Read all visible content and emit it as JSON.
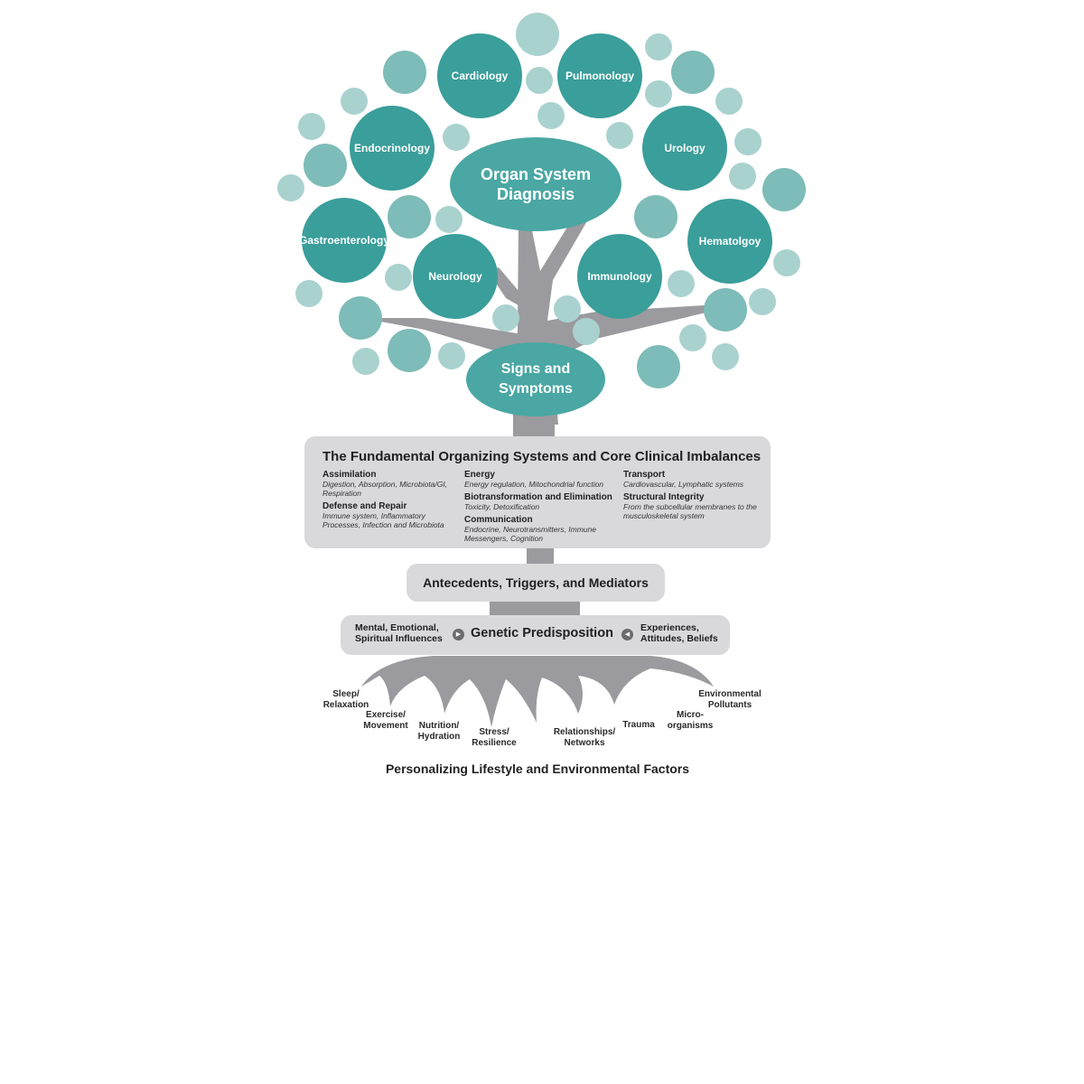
{
  "diagram": {
    "colors": {
      "node": "#3a9e9a",
      "node_light": "#4aa7a3",
      "bubble_a": "#7dbcb8",
      "bubble_b": "#a9d2cf",
      "trunk": "#9b9a9e",
      "panel": "#d9d8db"
    },
    "center": {
      "label": "Organ System Diagnosis"
    },
    "signs": {
      "label": "Signs and Symptoms"
    },
    "organ_nodes": [
      {
        "label": "Cardiology"
      },
      {
        "label": "Pulmonology"
      },
      {
        "label": "Endocrinology"
      },
      {
        "label": "Urology"
      },
      {
        "label": "Gastroenterology"
      },
      {
        "label": "Hematolgoy"
      },
      {
        "label": "Neurology"
      },
      {
        "label": "Immunology"
      }
    ],
    "fundamentals": {
      "title": "The Fundamental Organizing Systems and Core Clinical Imbalances",
      "columns": [
        [
          {
            "heading": "Assimilation",
            "detail": "Digestion, Absorption, Microbiota/GI, Respiration"
          },
          {
            "heading": "Defense and Repair",
            "detail": "Immune system, Inflammatory Processes, Infection and Microbiota"
          }
        ],
        [
          {
            "heading": "Energy",
            "detail": "Energy regulation, Mitochondrial function"
          },
          {
            "heading": "Biotransformation and Elimination",
            "detail": "Toxicity, Detoxification"
          },
          {
            "heading": "Communication",
            "detail": "Endocrine, Neurotransmitters, Immune Messengers, Cognition"
          }
        ],
        [
          {
            "heading": "Transport",
            "detail": "Cardiovascular, Lymphatic systems"
          },
          {
            "heading": "Structural Integrity",
            "detail": "From the subcellular membranes to the musculoskeletal system"
          }
        ]
      ]
    },
    "antecedents": {
      "label": "Antecedents, Triggers, and Mediators"
    },
    "genetic": {
      "left": "Mental, Emotional,\nSpiritual Influences",
      "center": "Genetic Predisposition",
      "right": "Experiences,\nAttitudes, Beliefs",
      "left_icon": "arrow-right-icon",
      "right_icon": "arrow-left-icon"
    },
    "roots": [
      {
        "label": "Sleep/\nRelaxation"
      },
      {
        "label": "Exercise/\nMovement"
      },
      {
        "label": "Nutrition/\nHydration"
      },
      {
        "label": "Stress/\nResilience"
      },
      {
        "label": "Relationships/\nNetworks"
      },
      {
        "label": "Trauma"
      },
      {
        "label": "Micro-\norganisms"
      },
      {
        "label": "Environmental\nPollutants"
      }
    ],
    "footer": "Personalizing Lifestyle and Environmental Factors"
  }
}
